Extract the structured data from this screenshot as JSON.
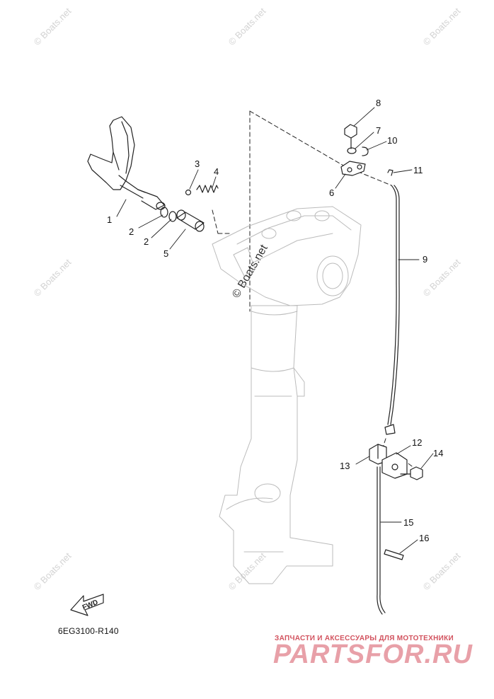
{
  "diagram": {
    "part_code": "6EG3100-R140",
    "fwd_label": "FWD",
    "watermark": "© Boats.net",
    "callouts": [
      {
        "id": "1",
        "label": "1"
      },
      {
        "id": "2a",
        "label": "2"
      },
      {
        "id": "2b",
        "label": "2"
      },
      {
        "id": "3",
        "label": "3"
      },
      {
        "id": "4",
        "label": "4"
      },
      {
        "id": "5",
        "label": "5"
      },
      {
        "id": "6",
        "label": "6"
      },
      {
        "id": "7",
        "label": "7"
      },
      {
        "id": "8",
        "label": "8"
      },
      {
        "id": "9",
        "label": "9"
      },
      {
        "id": "10",
        "label": "10"
      },
      {
        "id": "11",
        "label": "11"
      },
      {
        "id": "12",
        "label": "12"
      },
      {
        "id": "13",
        "label": "13"
      },
      {
        "id": "14",
        "label": "14"
      },
      {
        "id": "15",
        "label": "15"
      },
      {
        "id": "16",
        "label": "16"
      }
    ]
  },
  "branding": {
    "tagline": "ЗАПЧАСТИ И АКСЕССУАРЫ ДЛЯ МОТОТЕХНИКИ",
    "logo": "PARTSFOR.RU"
  }
}
